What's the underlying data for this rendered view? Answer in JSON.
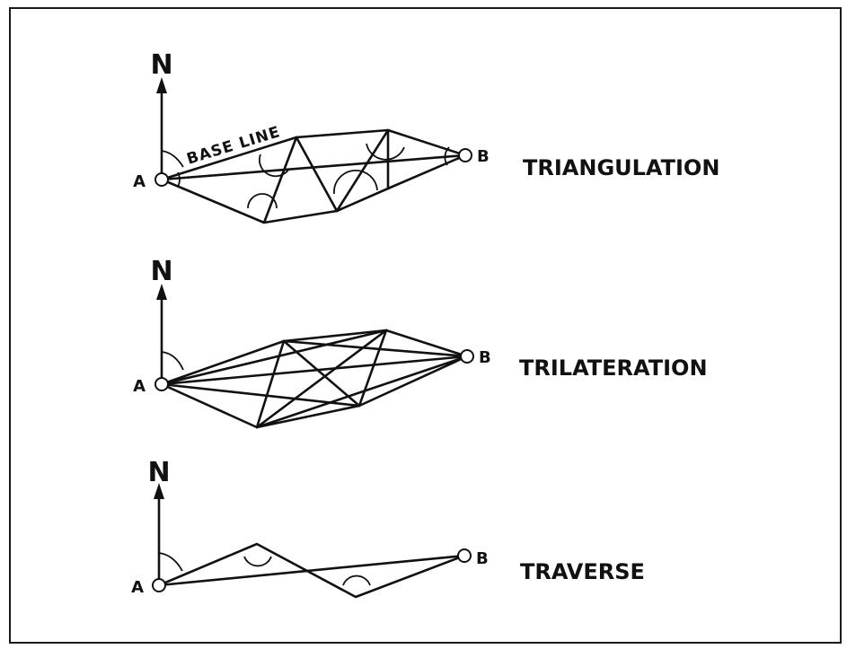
{
  "north_label": "N",
  "point_a": "A",
  "point_b": "B",
  "triangulation": {
    "title": "TRIANGULATION",
    "base_line": "BASE  LINE"
  },
  "trilateration": {
    "title": "TRILATERATION"
  },
  "traverse": {
    "title": "TRAVERSE"
  }
}
